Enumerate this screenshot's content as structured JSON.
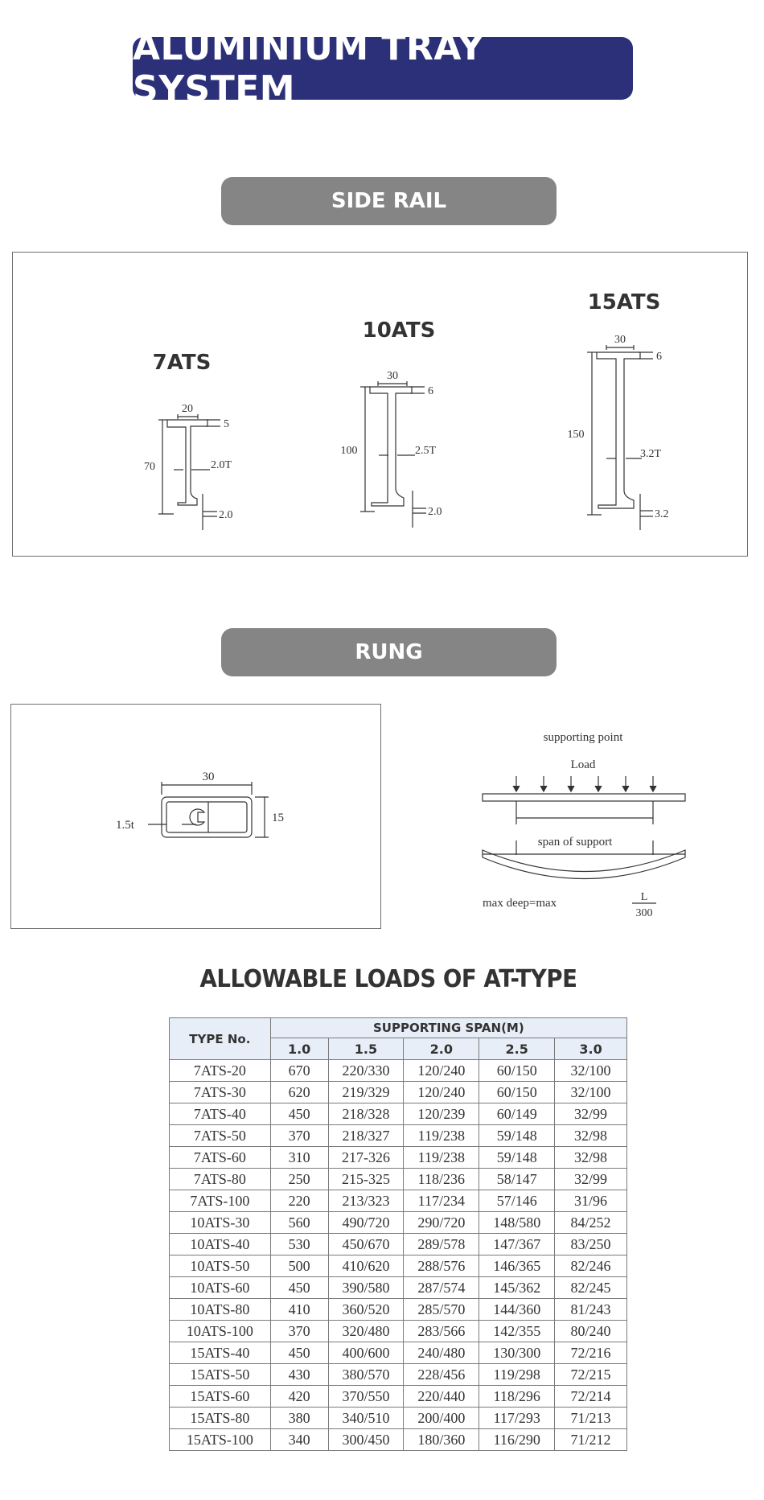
{
  "header": {
    "title": "ALUMINIUM TRAY SYSTEM"
  },
  "side_rail": {
    "heading": "SIDE RAIL",
    "profiles": [
      {
        "label": "7ATS",
        "width": "20",
        "flange": "5",
        "height": "70",
        "web": "2.0T",
        "base": "2.0"
      },
      {
        "label": "10ATS",
        "width": "30",
        "flange": "6",
        "height": "100",
        "web": "2.5T",
        "base": "2.0"
      },
      {
        "label": "15ATS",
        "width": "30",
        "flange": "6",
        "height": "150",
        "web": "3.2T",
        "base": "3.2"
      }
    ]
  },
  "rung": {
    "heading": "RUNG",
    "width": "30",
    "height": "15",
    "thickness": "1.5t",
    "diagram": {
      "supporting_point": "supporting point",
      "load": "Load",
      "span": "span of support",
      "formula_prefix": "max deep=max",
      "formula_num": "L",
      "formula_den": "300"
    }
  },
  "loads": {
    "title": "ALLOWABLE LOADS OF AT-TYPE",
    "type_header": "TYPE No.",
    "span_header": "SUPPORTING SPAN(M)",
    "spans": [
      "1.0",
      "1.5",
      "2.0",
      "2.5",
      "3.0"
    ],
    "rows": [
      [
        "7ATS-20",
        "670",
        "220/330",
        "120/240",
        "60/150",
        "32/100"
      ],
      [
        "7ATS-30",
        "620",
        "219/329",
        "120/240",
        "60/150",
        "32/100"
      ],
      [
        "7ATS-40",
        "450",
        "218/328",
        "120/239",
        "60/149",
        "32/99"
      ],
      [
        "7ATS-50",
        "370",
        "218/327",
        "119/238",
        "59/148",
        "32/98"
      ],
      [
        "7ATS-60",
        "310",
        "217-326",
        "119/238",
        "59/148",
        "32/98"
      ],
      [
        "7ATS-80",
        "250",
        "215-325",
        "118/236",
        "58/147",
        "32/99"
      ],
      [
        "7ATS-100",
        "220",
        "213/323",
        "117/234",
        "57/146",
        "31/96"
      ],
      [
        "10ATS-30",
        "560",
        "490/720",
        "290/720",
        "148/580",
        "84/252"
      ],
      [
        "10ATS-40",
        "530",
        "450/670",
        "289/578",
        "147/367",
        "83/250"
      ],
      [
        "10ATS-50",
        "500",
        "410/620",
        "288/576",
        "146/365",
        "82/246"
      ],
      [
        "10ATS-60",
        "450",
        "390/580",
        "287/574",
        "145/362",
        "82/245"
      ],
      [
        "10ATS-80",
        "410",
        "360/520",
        "285/570",
        "144/360",
        "81/243"
      ],
      [
        "10ATS-100",
        "370",
        "320/480",
        "283/566",
        "142/355",
        "80/240"
      ],
      [
        "15ATS-40",
        "450",
        "400/600",
        "240/480",
        "130/300",
        "72/216"
      ],
      [
        "15ATS-50",
        "430",
        "380/570",
        "228/456",
        "119/298",
        "72/215"
      ],
      [
        "15ATS-60",
        "420",
        "370/550",
        "220/440",
        "118/296",
        "72/214"
      ],
      [
        "15ATS-80",
        "380",
        "340/510",
        "200/400",
        "117/293",
        "71/213"
      ],
      [
        "15ATS-100",
        "340",
        "300/450",
        "180/360",
        "116/290",
        "71/212"
      ]
    ]
  }
}
